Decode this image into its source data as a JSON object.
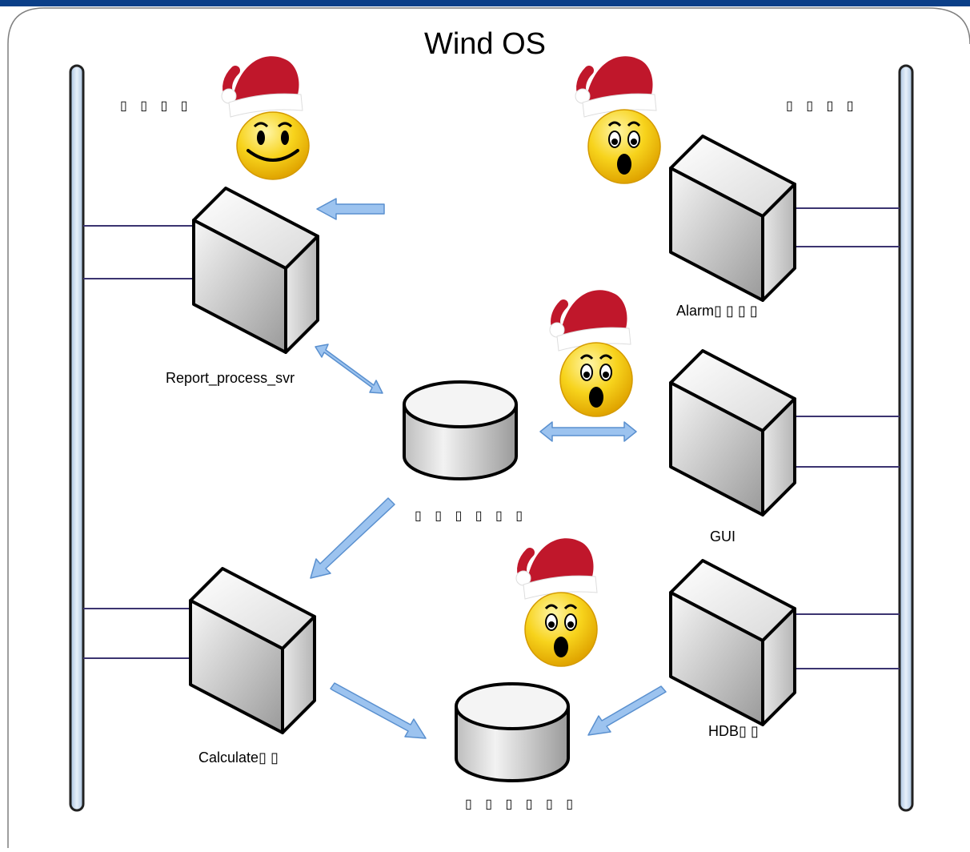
{
  "header": {
    "title": "Wind OS"
  },
  "labels": {
    "left_bus": "▯ ▯ ▯ ▯",
    "right_bus": "▯ ▯ ▯ ▯",
    "report_server": "Report_process_svr",
    "alarm_server": "Alarm▯ ▯ ▯ ▯",
    "gui_server": "GUI",
    "hdb_server": "HDB▯ ▯",
    "calc_server": "Calculate▯ ▯",
    "db_center": "▯ ▯ ▯ ▯ ▯ ▯",
    "db_bottom": "▯ ▯ ▯ ▯ ▯ ▯"
  },
  "icons": {
    "smile": "smiley-happy-icon",
    "surprised": "smiley-surprised-icon",
    "hat": "santa-hat-icon",
    "server": "server-tower-icon",
    "database": "database-cylinder-icon"
  },
  "colors": {
    "bus": "#c9dcf0",
    "bus_outline": "#222222",
    "arrow": "#9cc3ef",
    "arrow_outline": "#5a90cf",
    "link": "#3b3470",
    "face": "#f7d31c",
    "hat": "#c0172b",
    "title_bar": "#0b3f88"
  }
}
